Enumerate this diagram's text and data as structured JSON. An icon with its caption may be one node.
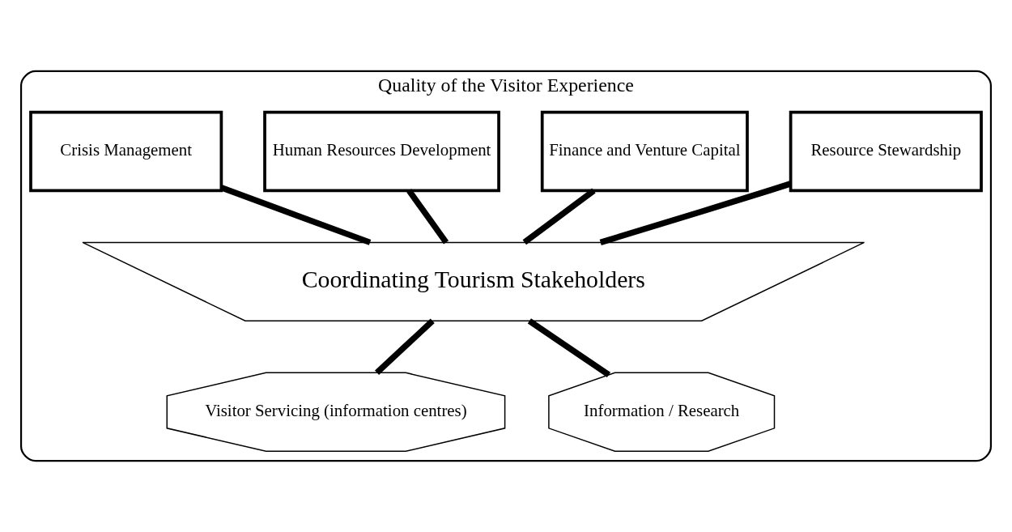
{
  "diagram": {
    "nodes": [
      {
        "text": [
          "Quality of the Visitor Experience"
        ]
      },
      {
        "text": [
          "Crisis Management"
        ],
        "in": 0
      },
      {
        "text": [
          "Human Resources Development"
        ],
        "in": 0
      },
      {
        "text": [
          "Finance and Venture Capital"
        ],
        "in": 0
      },
      {
        "text": [
          "Resource Stewardship"
        ],
        "in": 0
      },
      {
        "text": [
          "Coordinating Tourism Stakeholders"
        ],
        "in": 0
      },
      {
        "text": [
          "Visitor Servicing (information centres)"
        ],
        "in": 0
      },
      {
        "text": [
          "Information / Research"
        ],
        "in": 0
      }
    ],
    "edges": [
      {
        "from": 1,
        "to": 5,
        "arrow": "none"
      },
      {
        "from": 2,
        "to": 5,
        "arrow": "none"
      },
      {
        "from": 3,
        "to": 5,
        "arrow": "none"
      },
      {
        "from": 4,
        "to": 5,
        "arrow": "none"
      },
      {
        "from": 5,
        "to": 6,
        "arrow": "none"
      },
      {
        "from": 5,
        "to": 7,
        "arrow": "none"
      }
    ]
  }
}
